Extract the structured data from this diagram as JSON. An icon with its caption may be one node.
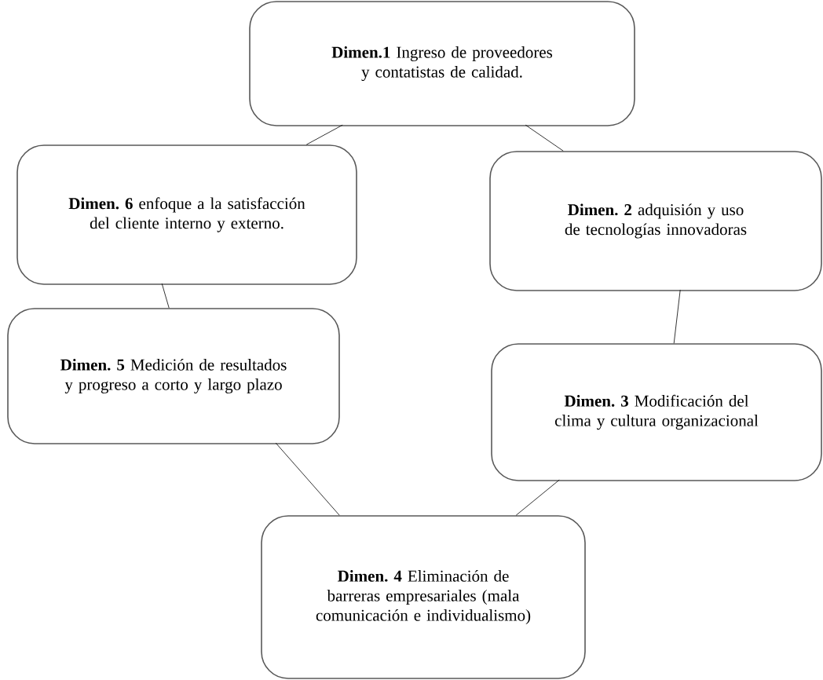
{
  "diagram": {
    "nodes": [
      {
        "text": [
          "**Dimen.1** Ingreso de proveedores y contatistas de calidad."
        ]
      },
      {
        "text": [
          "**Dimen. 2** adquisión y uso de tecnologías innovadoras"
        ]
      },
      {
        "text": [
          "**Dimen. 3** Modificación del clima y cultura organizacional"
        ]
      },
      {
        "text": [
          "**Dimen. 4** Eliminación de barreras empresariales (mala comunicación e individualismo)"
        ]
      },
      {
        "text": [
          "**Dimen. 5** Medición de resultados y progreso a corto y largo plazo"
        ]
      },
      {
        "text": [
          "**Dimen. 6** enfoque a la satisfacción del cliente interno y externo."
        ]
      }
    ],
    "edges": [
      {
        "from": 0,
        "to": 1,
        "arrow": "none"
      },
      {
        "from": 1,
        "to": 2,
        "arrow": "none"
      },
      {
        "from": 2,
        "to": 3,
        "arrow": "none"
      },
      {
        "from": 3,
        "to": 4,
        "arrow": "none"
      },
      {
        "from": 4,
        "to": 5,
        "arrow": "none"
      },
      {
        "from": 5,
        "to": 0,
        "arrow": "none"
      }
    ]
  }
}
